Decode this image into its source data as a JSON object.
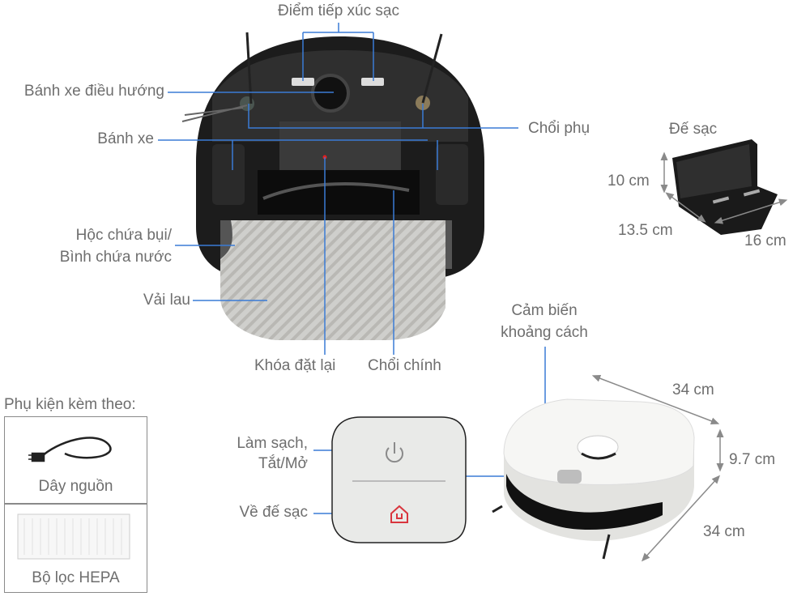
{
  "underside": {
    "charging_contacts": "Điểm tiếp xúc sạc",
    "caster_wheel": "Bánh xe điều hướng",
    "wheels": "Bánh xe",
    "side_brush": "Chổi phụ",
    "dustbin_line1": "Hộc chứa bụi/",
    "dustbin_line2": "Bình chứa nước",
    "mop_cloth": "Vải lau",
    "reset_button": "Khóa đặt lại",
    "main_brush": "Chổi chính"
  },
  "dock": {
    "title": "Đế sạc",
    "height": "10 cm",
    "depth": "13.5 cm",
    "width": "16 cm"
  },
  "robot_top": {
    "sensor_line1": "Cảm biến",
    "sensor_line2": "khoảng cách",
    "depth": "34 cm",
    "height": "9.7 cm",
    "width": "34 cm"
  },
  "control_panel": {
    "clean_line1": "Làm sạch,",
    "clean_line2": "Tắt/Mở",
    "return_dock": "Về đế sạc"
  },
  "accessories": {
    "title": "Phụ kiện kèm theo:",
    "items": [
      {
        "label": "Dây nguồn",
        "icon": "power-cord-icon"
      },
      {
        "label": "Bộ lọc HEPA",
        "icon": "hepa-filter-icon"
      }
    ]
  },
  "colors": {
    "leader_line": "#3a7bd5",
    "home_icon": "#d9363e"
  }
}
